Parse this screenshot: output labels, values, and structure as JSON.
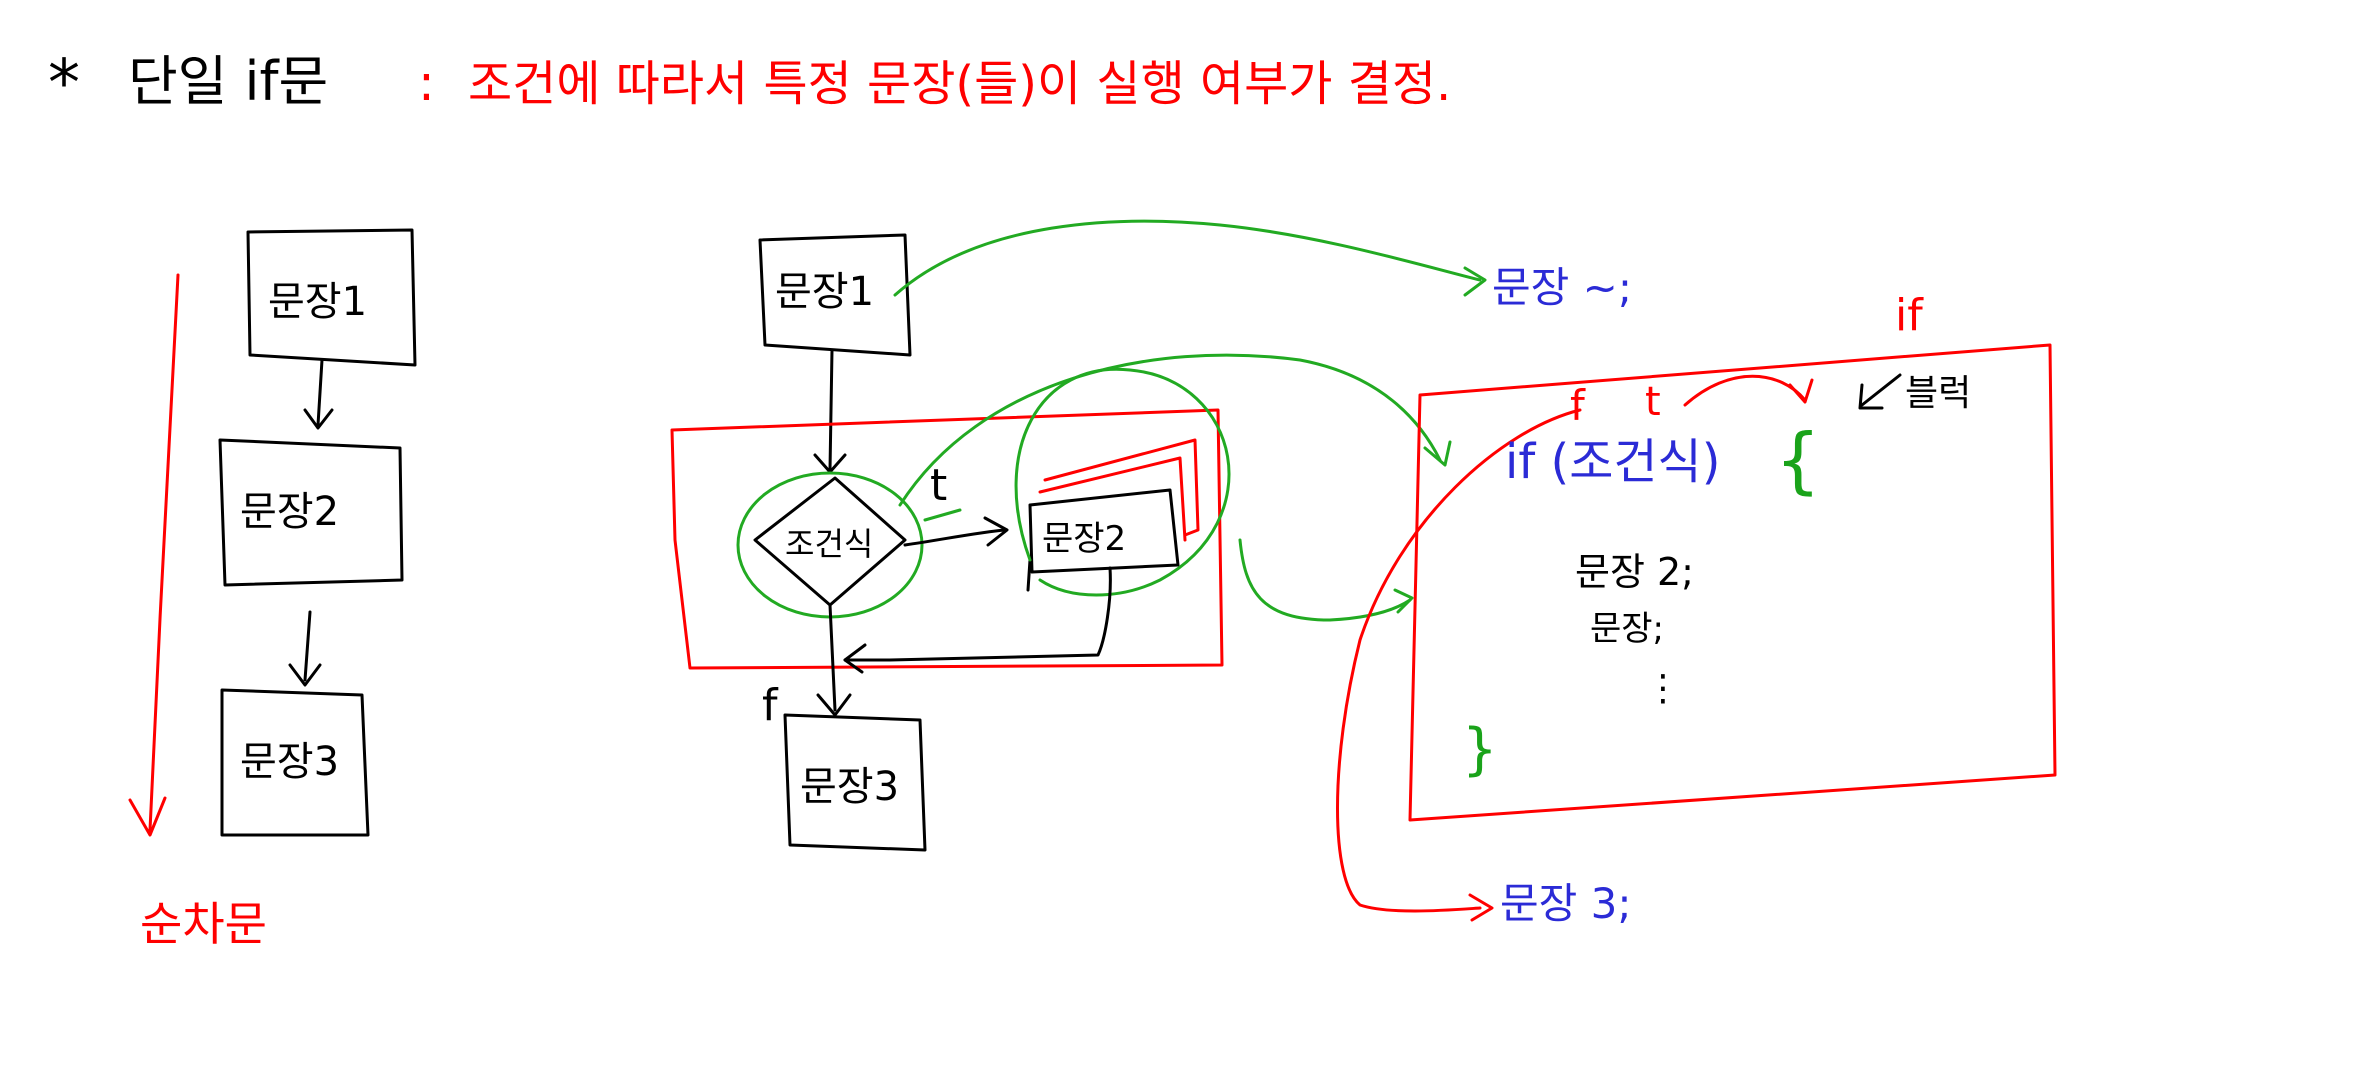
{
  "header": {
    "star": "*",
    "title": "단일 if문",
    "colon": ":",
    "description": "조건에 따라서 특정 문장(들)이 실행 여부가 결정."
  },
  "sequential": {
    "box1": "문장1",
    "box2": "문장2",
    "box3": "문장3",
    "caption": "순차문"
  },
  "flowchart": {
    "box1": "문장1",
    "condition": "조건식",
    "true_label": "t",
    "false_label": "f",
    "box2": "문장2",
    "box3": "문장3"
  },
  "code": {
    "stmt_top": "문장 ~;",
    "block_label_if": "if",
    "block_label_text": "블럭",
    "branch_f": "f",
    "branch_t": "t",
    "if_line": "if (조건식)",
    "open_brace": "{",
    "stmt2": "문장 2;",
    "stmt_more": "문장;",
    "dots": "⋮",
    "close_brace": "}",
    "stmt3": "문장 3;"
  },
  "colors": {
    "black": "#000000",
    "red": "#ff0000",
    "blue": "#2b2bd6",
    "green": "#22aa22"
  }
}
